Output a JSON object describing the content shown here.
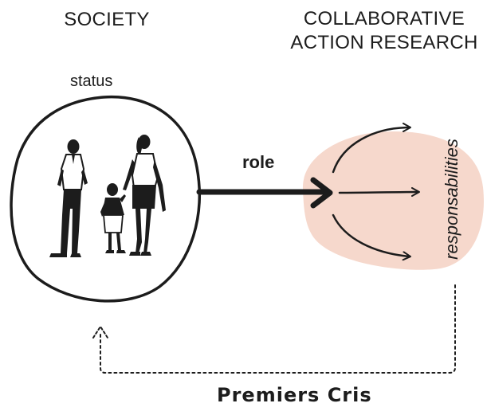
{
  "diagram": {
    "left_heading": "SOCIETY",
    "right_heading_line1": "COLLABORATIVE",
    "right_heading_line2": "ACTION RESEARCH",
    "status_label": "status",
    "role_label": "role",
    "side_label": "responsabilities",
    "footer_label": "Premiers Cris"
  },
  "colors": {
    "ink": "#1c1c1c",
    "blob": "#f6d8cc"
  },
  "icons": {
    "people": "family-silhouette-icon"
  }
}
